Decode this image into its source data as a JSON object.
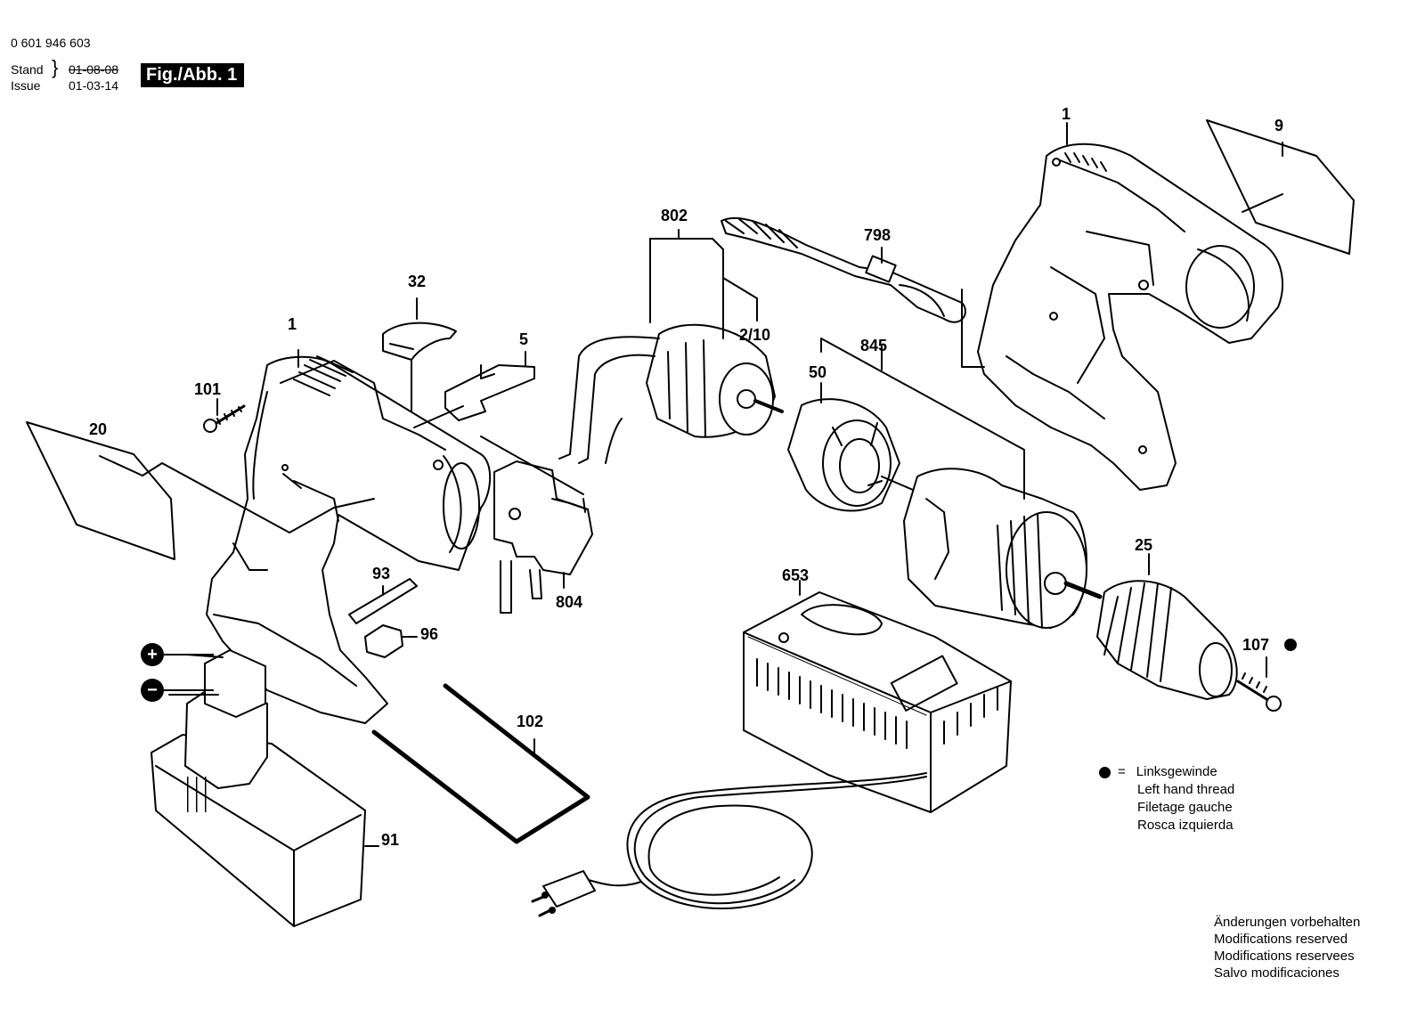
{
  "header": {
    "part_number": "0 601 946 603",
    "stand_label": "Stand",
    "issue_label": "Issue",
    "date_old": "01-08-08",
    "date_new": "01-03-14",
    "figure": "Fig./Abb. 1"
  },
  "callouts": [
    "1",
    "1",
    "9",
    "101",
    "20",
    "32",
    "5",
    "802",
    "798",
    "2/10",
    "845",
    "50",
    "804",
    "93",
    "96",
    "653",
    "25",
    "107",
    "102",
    "91"
  ],
  "legend": {
    "symbol_eq": "=",
    "lines": [
      "Linksgewinde",
      "Left hand thread",
      "Filetage gauche",
      "Rosca izquierda"
    ]
  },
  "footer": {
    "lines": [
      "Änderungen vorbehalten",
      "Modifications reserved",
      "Modifications reservees",
      "Salvo modificaciones"
    ]
  },
  "battery": {
    "plus": "+",
    "minus": "−"
  }
}
